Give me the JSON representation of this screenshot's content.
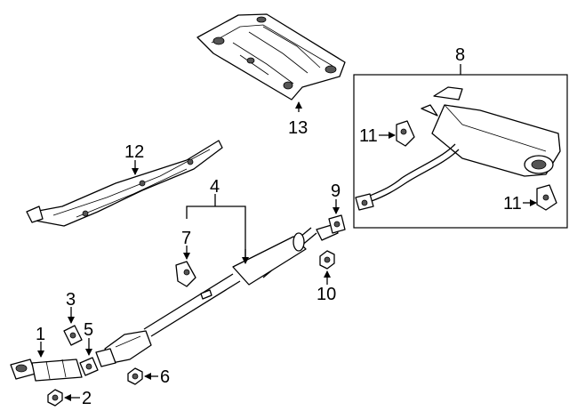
{
  "diagram": {
    "callouts": [
      "1",
      "2",
      "3",
      "4",
      "5",
      "6",
      "7",
      "8",
      "9",
      "10",
      "11",
      "11",
      "12",
      "13"
    ]
  },
  "colors": {
    "line": "#000000",
    "background": "#ffffff"
  }
}
